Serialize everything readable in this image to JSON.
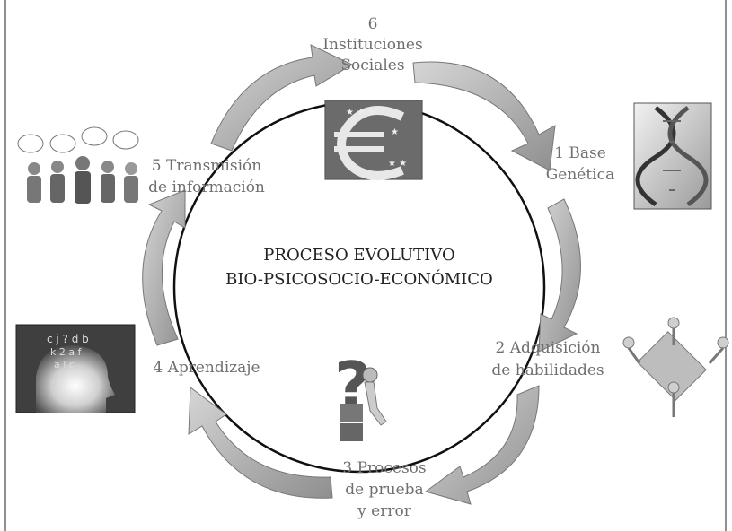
{
  "center": {
    "line1": "PROCESO EVOLUTIVO",
    "line2": "BIO-PSICOSOCIO-ECONÓMICO"
  },
  "stages": {
    "s1": {
      "num_line": "1 Base",
      "line2": "Genética"
    },
    "s2": {
      "line1": "2 Adquisición",
      "line2": "de habilidades"
    },
    "s3": {
      "line1": "3 Procesos",
      "line2": "de prueba",
      "line3": "y error"
    },
    "s4": {
      "line1": "4 Aprendizaje"
    },
    "s5": {
      "line1": "5 Transmisión",
      "line2": "de información"
    },
    "s6": {
      "num": "6",
      "line1": "Instituciones",
      "line2": "Sociales"
    }
  },
  "icons": {
    "dna": "dna-helix-image",
    "teamwork": "teamwork-figures-image",
    "question": "question-mark-figure-image",
    "head": "head-letters-image",
    "people": "people-speech-bubbles-image",
    "euro": "euro-symbol-image"
  },
  "colors": {
    "arrow_light": "#c6c6c6",
    "arrow_dark": "#8a8a8a",
    "circle": "#111111",
    "label": "#6f6f6f"
  }
}
